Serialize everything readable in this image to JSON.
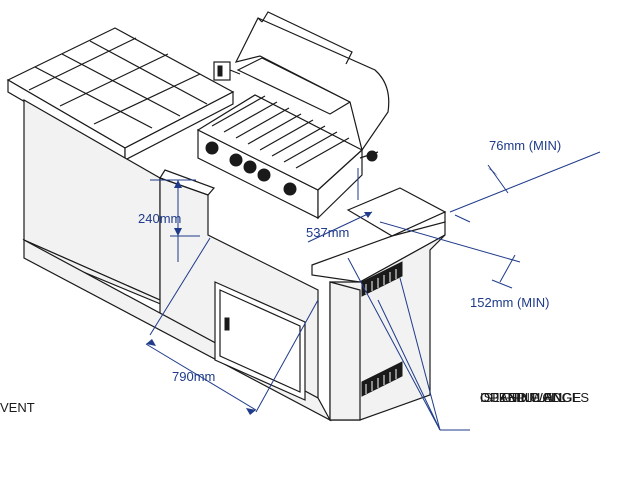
{
  "dimensions": {
    "flange_min": "76mm (MIN)",
    "offset_min": "152mm (MIN)",
    "cutout_depth": "537mm",
    "cutout_height": "240mm",
    "cutout_width": "790mm"
  },
  "callout": {
    "lines": [
      "OUTER FLANGE",
      "OF GRILL ON",
      "ISLAND WALL",
      "OPENING EDGES"
    ]
  },
  "left_fragment": "VENT",
  "colors": {
    "dimension": "#1f3b8a",
    "line_art": "#1a1a1a"
  }
}
